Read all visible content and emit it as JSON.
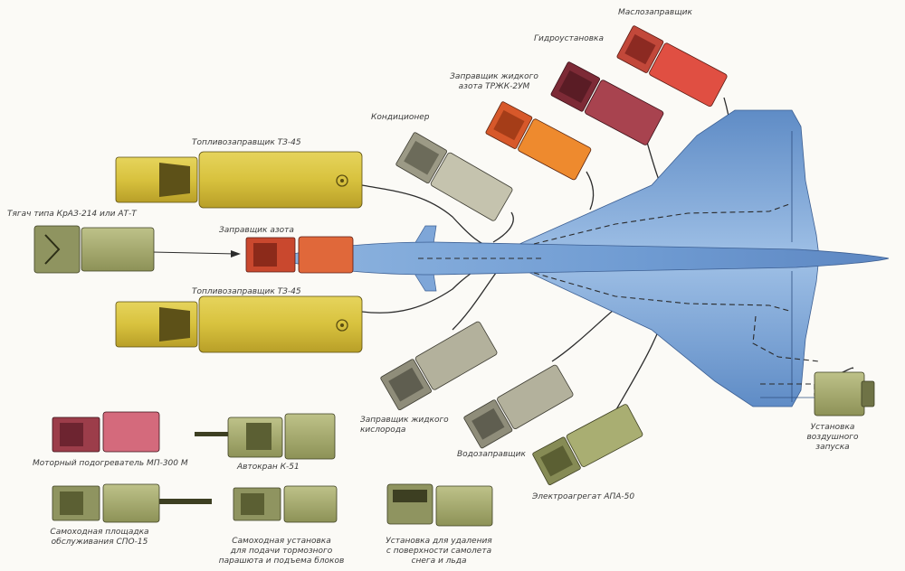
{
  "labels": {
    "oil": "Маслозаправщик",
    "hydro": "Гидроустановка",
    "nitro_liquid": "Заправщик жидкого\nазота ТРЖК-2УМ",
    "condition": "Кондиционер",
    "fuel_top": "Топливозаправщик ТЗ-45",
    "tractor": "Тягач типа КрАЗ-214 или АТ-Т",
    "nitro": "Заправщик азота",
    "fuel_bottom": "Топливозаправщик ТЗ-45",
    "oxygen": "Заправщик жидкого\nкислорода",
    "water": "Водозаправщик",
    "air_start": "Установка\nвоздушного\nзапуска",
    "power": "Электроагрегат АПА-50",
    "heater": "Моторный подогреватель МП-300 М",
    "crane": "Автокран К-51",
    "platform": "Самоходная площадка\nобслуживания СПО-15",
    "parachute": "Самоходная установка\nдля подачи тормозного\nпарашюта и подъема блоков",
    "deicer": "Установка для удаления\nс поверхности самолета\nснега и льда"
  },
  "colors": {
    "aircraft": "#6f9bd2",
    "yellow": "#d8c23e",
    "olive": "#a7ac6f",
    "grey": "#b8b6a3",
    "red": "#d2533c",
    "orange": "#e07a2c",
    "maroon": "#9c3d4a",
    "pink": "#d46a7c"
  }
}
